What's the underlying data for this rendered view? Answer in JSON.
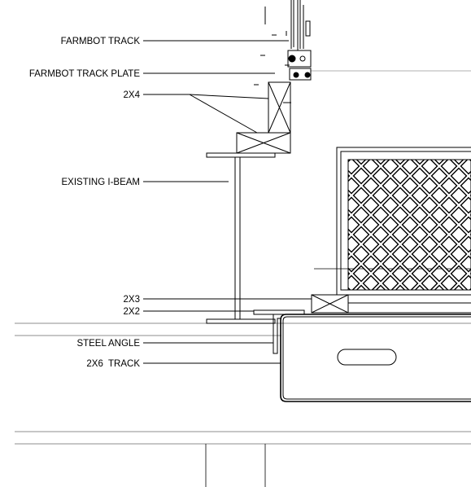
{
  "labels": {
    "farmbot_track": "FARMBOT TRACK",
    "farmbot_track_plate": "FARMBOT TRACK PLATE",
    "two_by_four": "2X4",
    "existing_i_beam": "EXISTING I-BEAM",
    "two_by_three": "2X3",
    "two_by_two": "2X2",
    "steel_angle": "STEEL ANGLE",
    "two_by_six_track": "2X6  TRACK"
  },
  "colors": {
    "line": "#000000",
    "background": "#ffffff"
  }
}
